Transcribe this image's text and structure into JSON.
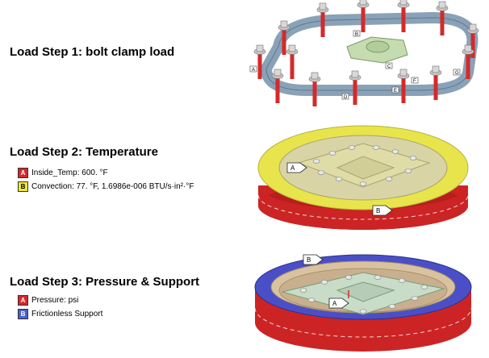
{
  "step1": {
    "title": "Load Step 1:  bolt clamp load",
    "callouts": [
      "A",
      "B",
      "C",
      "D",
      "E",
      "F",
      "G"
    ]
  },
  "step2": {
    "title": "Load Step 2:  Temperature",
    "legend": [
      {
        "letter": "A",
        "text": "Inside_Temp: 600. °F",
        "color": "#d8262a"
      },
      {
        "letter": "B",
        "text": "Convection: 77. °F, 1.6986e-006 BTU/s·in²·°F",
        "color": "#f0e830"
      }
    ],
    "callouts": [
      "A",
      "B"
    ]
  },
  "step3": {
    "title": "Load Step 3:  Pressure & Support",
    "legend": [
      {
        "letter": "A",
        "text": "Pressure:    psi",
        "color": "#d8262a"
      },
      {
        "letter": "B",
        "text": "Frictionless Support",
        "color": "#4a5fd0"
      }
    ],
    "callouts": [
      "A",
      "B"
    ]
  },
  "colors": {
    "bolt_red": "#d42a2a",
    "frame_gray": "#9ab0c4",
    "cover_green": "#c5dcb0",
    "ring_yellow": "#e8e44c",
    "body_red": "#cc2424",
    "support_blue": "#4a4fc8",
    "plate_tan": "#d8c2a0"
  }
}
